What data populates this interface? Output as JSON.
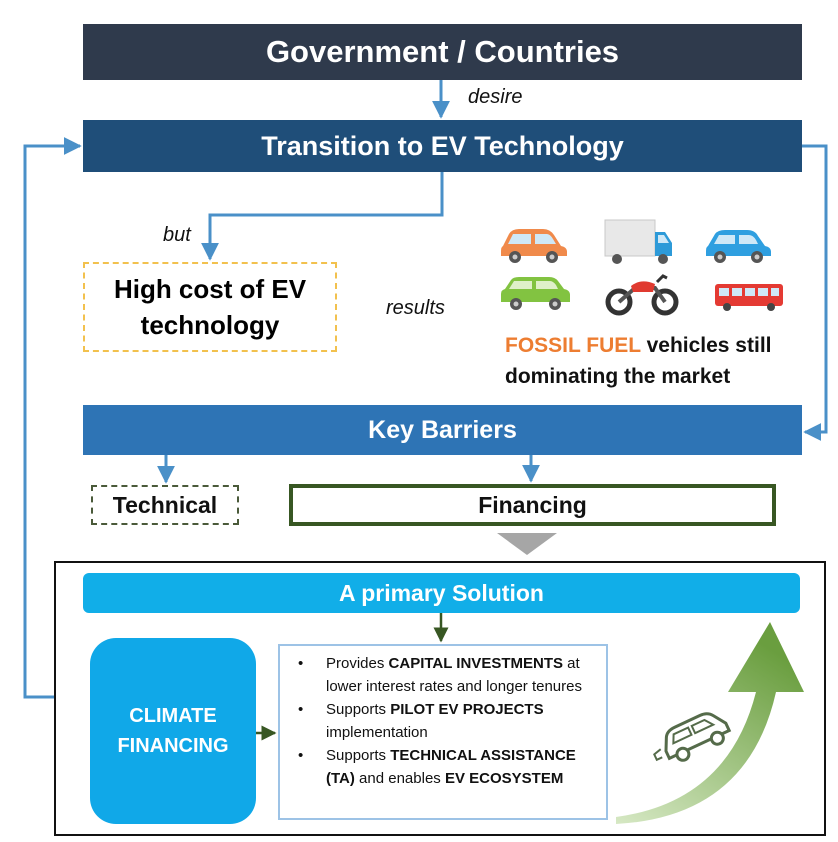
{
  "header": {
    "title": "Government / Countries"
  },
  "labels": {
    "desire": "desire",
    "but": "but",
    "results": "results"
  },
  "transition": {
    "title": "Transition to EV Technology"
  },
  "high_cost": {
    "line1": "High cost of EV",
    "line2": "technology"
  },
  "fossil": {
    "highlight": "FOSSIL FUEL",
    "rest_line1": " vehicles still",
    "line2": "dominating the market"
  },
  "barriers": {
    "title": "Key Barriers",
    "technical": "Technical",
    "financing": "Financing"
  },
  "solution": {
    "title": "A primary Solution",
    "climate_line1": "CLIMATE",
    "climate_line2": "FINANCING",
    "bullets": [
      {
        "pre": "Provides ",
        "bold": "CAPITAL INVESTMENTS",
        "post": " at lower interest rates and longer tenures"
      },
      {
        "pre": "Supports ",
        "bold": "PILOT EV PROJECTS",
        "post": " implementation"
      },
      {
        "pre": "Supports ",
        "bold": "TECHNICAL ASSISTANCE (TA)",
        "post": " and enables ",
        "bold2": "EV ECOSYSTEM"
      }
    ]
  },
  "icons": [
    "orange-car-icon",
    "truck-icon",
    "blue-car-icon",
    "green-car-icon",
    "motorcycle-icon",
    "bus-icon",
    "growth-arrow-icon",
    "ev-car-icon"
  ],
  "colors": {
    "dark_header": "#2f3a4c",
    "navy": "#1f4e79",
    "steel_blue": "#2e74b5",
    "sky_blue": "#11aee8",
    "orange": "#ed7d31",
    "green_border": "#385723",
    "dash_yellow": "#f2c14e"
  }
}
